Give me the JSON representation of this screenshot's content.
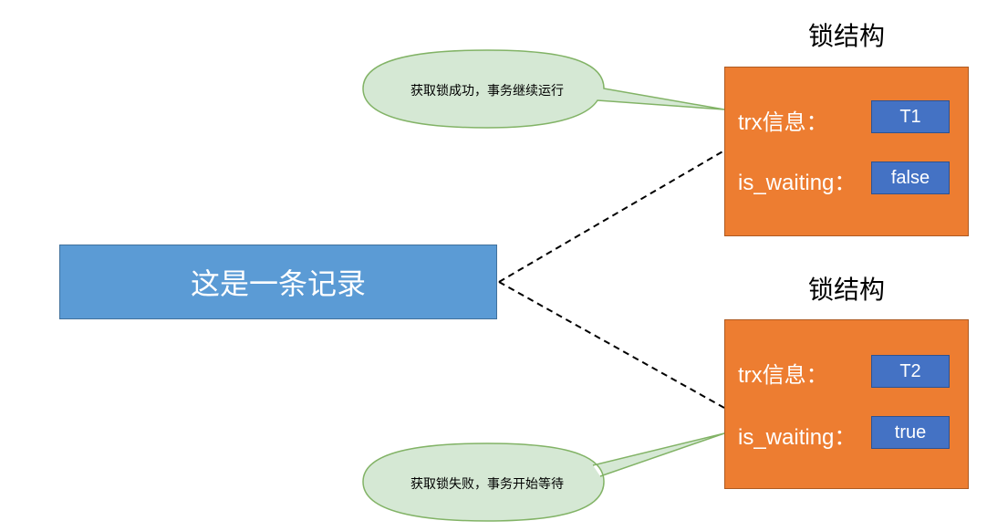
{
  "record": {
    "label": "这是一条记录"
  },
  "locks": [
    {
      "title": "锁结构",
      "trx_label": "trx信息：",
      "trx_value": "T1",
      "waiting_label": "is_waiting：",
      "waiting_value": "false"
    },
    {
      "title": "锁结构",
      "trx_label": "trx信息：",
      "trx_value": "T2",
      "waiting_label": "is_waiting：",
      "waiting_value": "true"
    }
  ],
  "callouts": {
    "top": "获取锁成功，事务继续运行",
    "bottom": "获取锁失败，事务开始等待"
  },
  "colors": {
    "record_fill": "#5b9bd5",
    "lock_fill": "#ed7d31",
    "value_fill": "#4472c4",
    "bubble_fill": "#d5e8d4"
  }
}
